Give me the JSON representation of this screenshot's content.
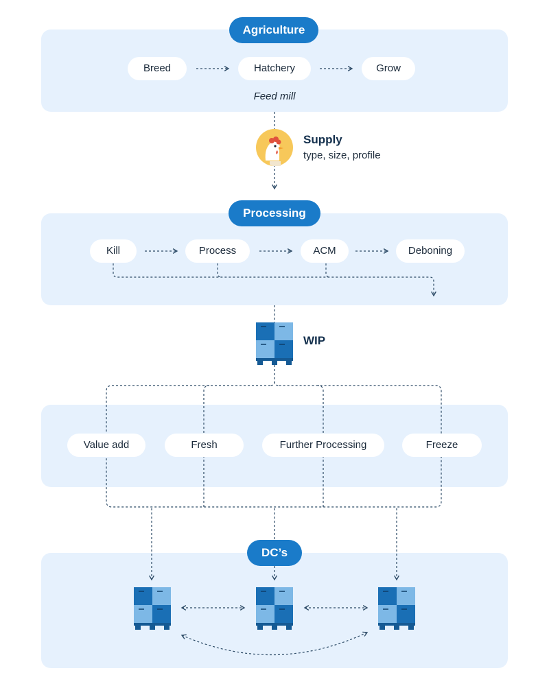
{
  "agriculture": {
    "title": "Agriculture",
    "steps": [
      "Breed",
      "Hatchery",
      "Grow"
    ],
    "note": "Feed mill"
  },
  "supply": {
    "title": "Supply",
    "subtitle": "type, size, profile",
    "icon": "chicken-icon"
  },
  "processing": {
    "title": "Processing",
    "steps": [
      "Kill",
      "Process",
      "ACM",
      "Deboning"
    ]
  },
  "wip": {
    "label": "WIP",
    "icon": "pallet-boxes-icon"
  },
  "channels": {
    "items": [
      "Value add",
      "Fresh",
      "Further Processing",
      "Freeze"
    ]
  },
  "dcs": {
    "title": "DC’s",
    "icon": "pallet-boxes-icon"
  },
  "colors": {
    "panel": "#e6f1fd",
    "badge": "#1a7bc9",
    "line": "#2c4a66",
    "box_dark": "#1a6fb5",
    "box_light": "#7db8e6",
    "pallet": "#155a94"
  }
}
